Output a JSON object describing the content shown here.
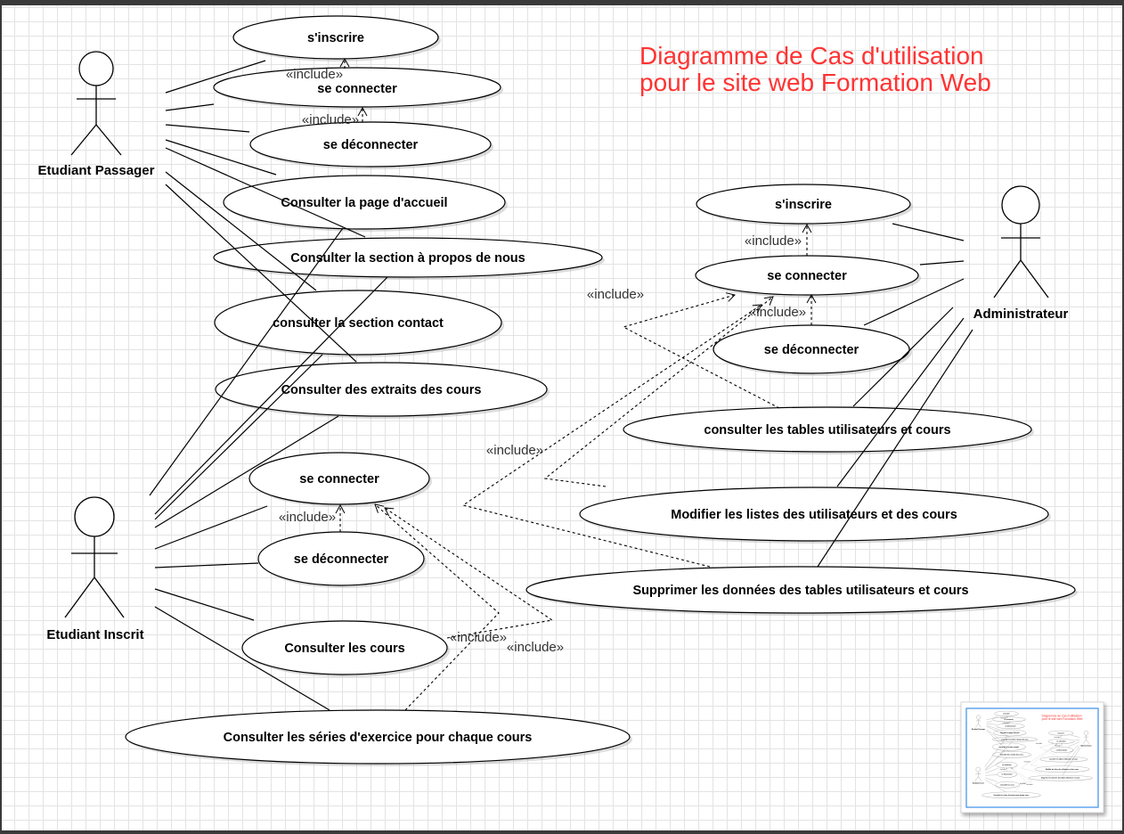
{
  "title": [
    "Diagramme de Cas d'utilisation",
    "pour le site web Formation Web"
  ],
  "actors": [
    "Etudiant Passager",
    "Etudiant Inscrit",
    "Administrateur"
  ],
  "passager_use_cases": [
    "s'inscrire",
    "se connecter",
    "se déconnecter",
    "Consulter la page d'accueil",
    "Consulter la section à propos de nous",
    "consulter la section contact",
    "Consulter des extraits des cours"
  ],
  "inscrit_use_cases": [
    "se connecter",
    "se déconnecter",
    "Consulter les cours",
    "Consulter les séries d'exercice pour chaque cours"
  ],
  "admin_use_cases": [
    "s'inscrire",
    "se connecter",
    "se déconnecter",
    "consulter les tables utilisateurs et cours",
    "Modifier les listes des utilisateurs et des cours",
    "Supprimer les données des tables utilisateurs et cours"
  ],
  "include_label": "«include»",
  "colors": {
    "title": "#ff3333",
    "stroke": "#000000",
    "shape_fill": "#ffffff",
    "grid": "#e3e3e3",
    "minimap_viewport": "#3b8fe8"
  }
}
